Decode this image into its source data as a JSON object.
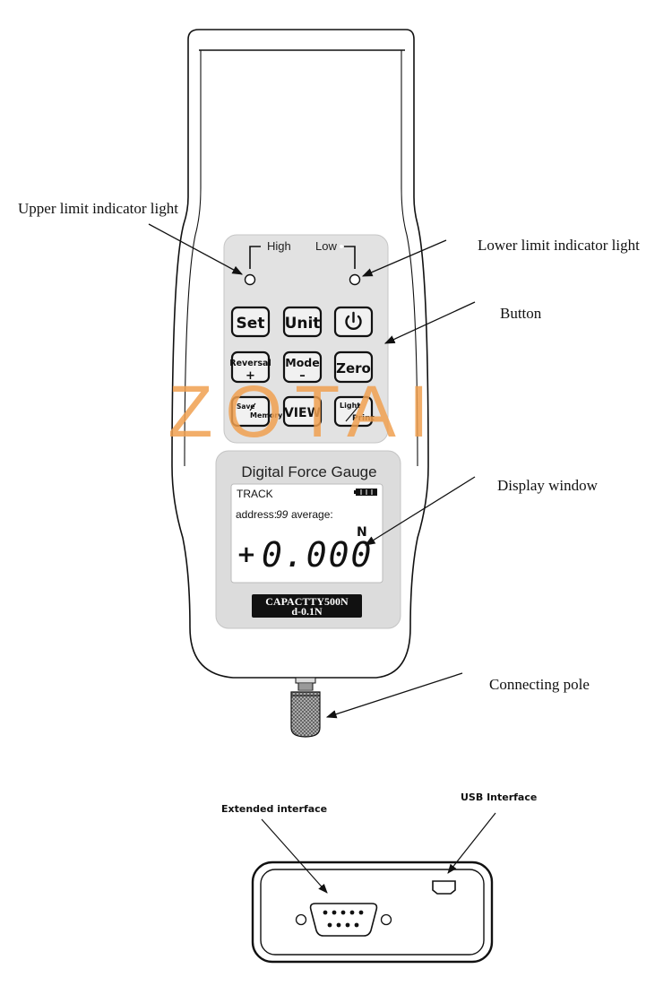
{
  "callouts": {
    "upper_limit": "Upper limit indicator light",
    "lower_limit": "Lower limit indicator light",
    "button": "Button",
    "display_window": "Display window",
    "connecting_pole": "Connecting pole",
    "extended_interface": "Extended interface",
    "usb_interface": "USB Interface"
  },
  "indicators": {
    "high_label": "High",
    "low_label": "Low"
  },
  "keys": {
    "set": "Set",
    "unit": "Unit",
    "reversal": "Reversal",
    "reversal_symbol": "+",
    "mode": "Mode",
    "mode_symbol": "–",
    "zero": "Zero",
    "save": "Save",
    "memory": "Memory",
    "view": "VIEW",
    "light": "Light",
    "print": "Print"
  },
  "display": {
    "title": "Digital Force Gauge",
    "mode": "TRACK",
    "address_label": "address:",
    "address_value": "99",
    "average_label": "average:",
    "sign": "+",
    "reading": "0.000",
    "unit": "N"
  },
  "capacity_label": {
    "line1": "CAPACTTY500N",
    "line2": "d-0.1N"
  },
  "watermark": "ZOTAI",
  "icons": [
    "power-icon",
    "battery-icon",
    "usb-port-icon",
    "db9-connector-icon"
  ]
}
